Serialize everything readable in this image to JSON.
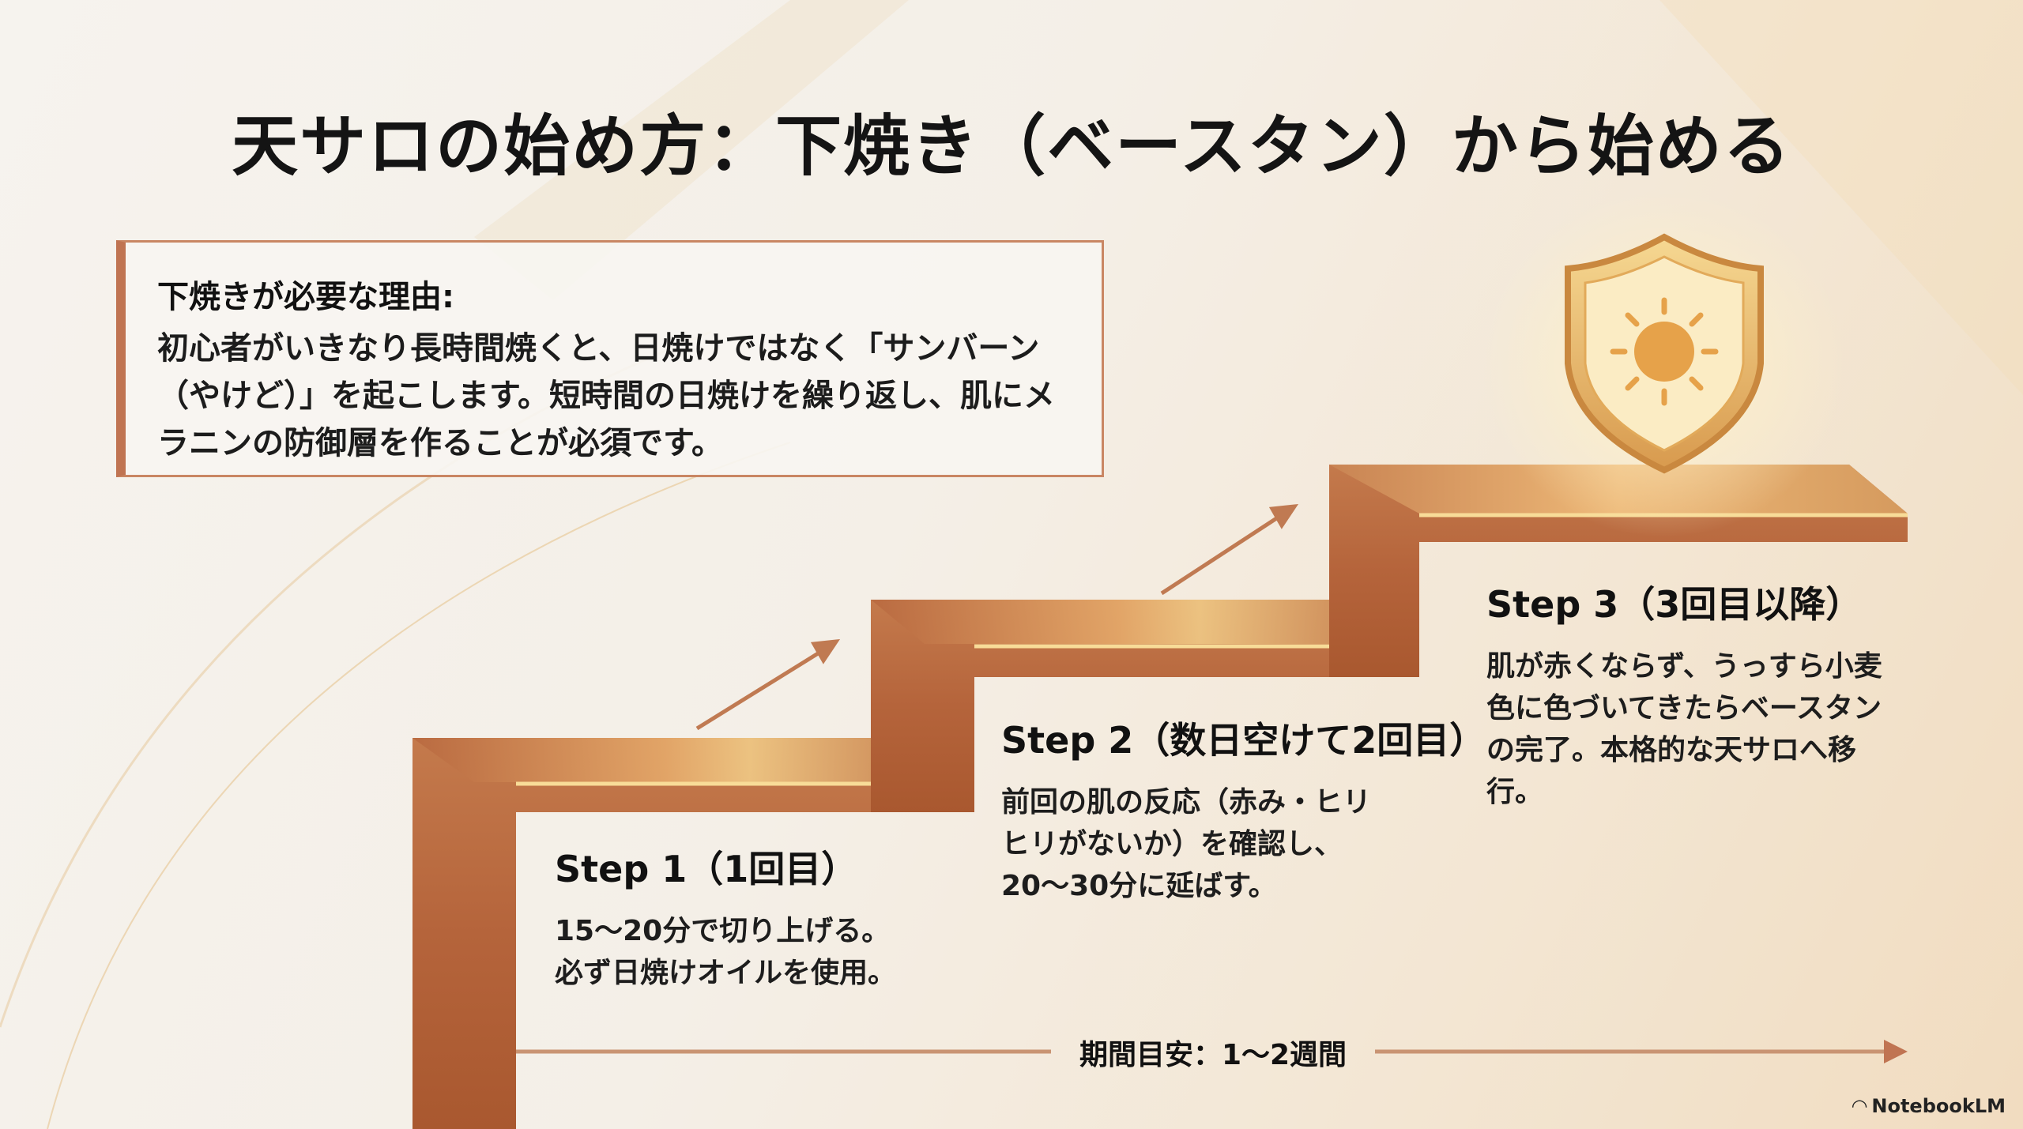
{
  "title": "天サロの始め方：下焼き（ベースタン）から始める",
  "reason": {
    "heading": "下焼きが必要な理由:",
    "body": "初心者がいきなり長時間焼くと、日焼けではなく「サンバーン（やけど）」を起こします。短時間の日焼けを繰り返し、肌にメラニンの防御層を作ることが必須です。"
  },
  "steps": [
    {
      "label": "Step 1（1回目）",
      "body": "15〜20分で切り上げる。必ず日焼けオイルを使用。"
    },
    {
      "label": "Step 2（数日空けて2回目）",
      "body": "前回の肌の反応（赤み・ヒリヒリがないか）を確認し、20〜30分に延ばす。"
    },
    {
      "label": "Step 3（3回目以降）",
      "body": "肌が赤くならず、うっすら小麦色に色づいてきたらベースタンの完了。本格的な天サロへ移行。"
    }
  ],
  "timeline": {
    "label": "期間目安：1〜2週間"
  },
  "icons": {
    "goal": "shield-sun-icon"
  },
  "colors": {
    "accent": "#c07452",
    "gold": "#e8b26a",
    "copper": "#b8683f"
  },
  "brand": "NotebookLM"
}
